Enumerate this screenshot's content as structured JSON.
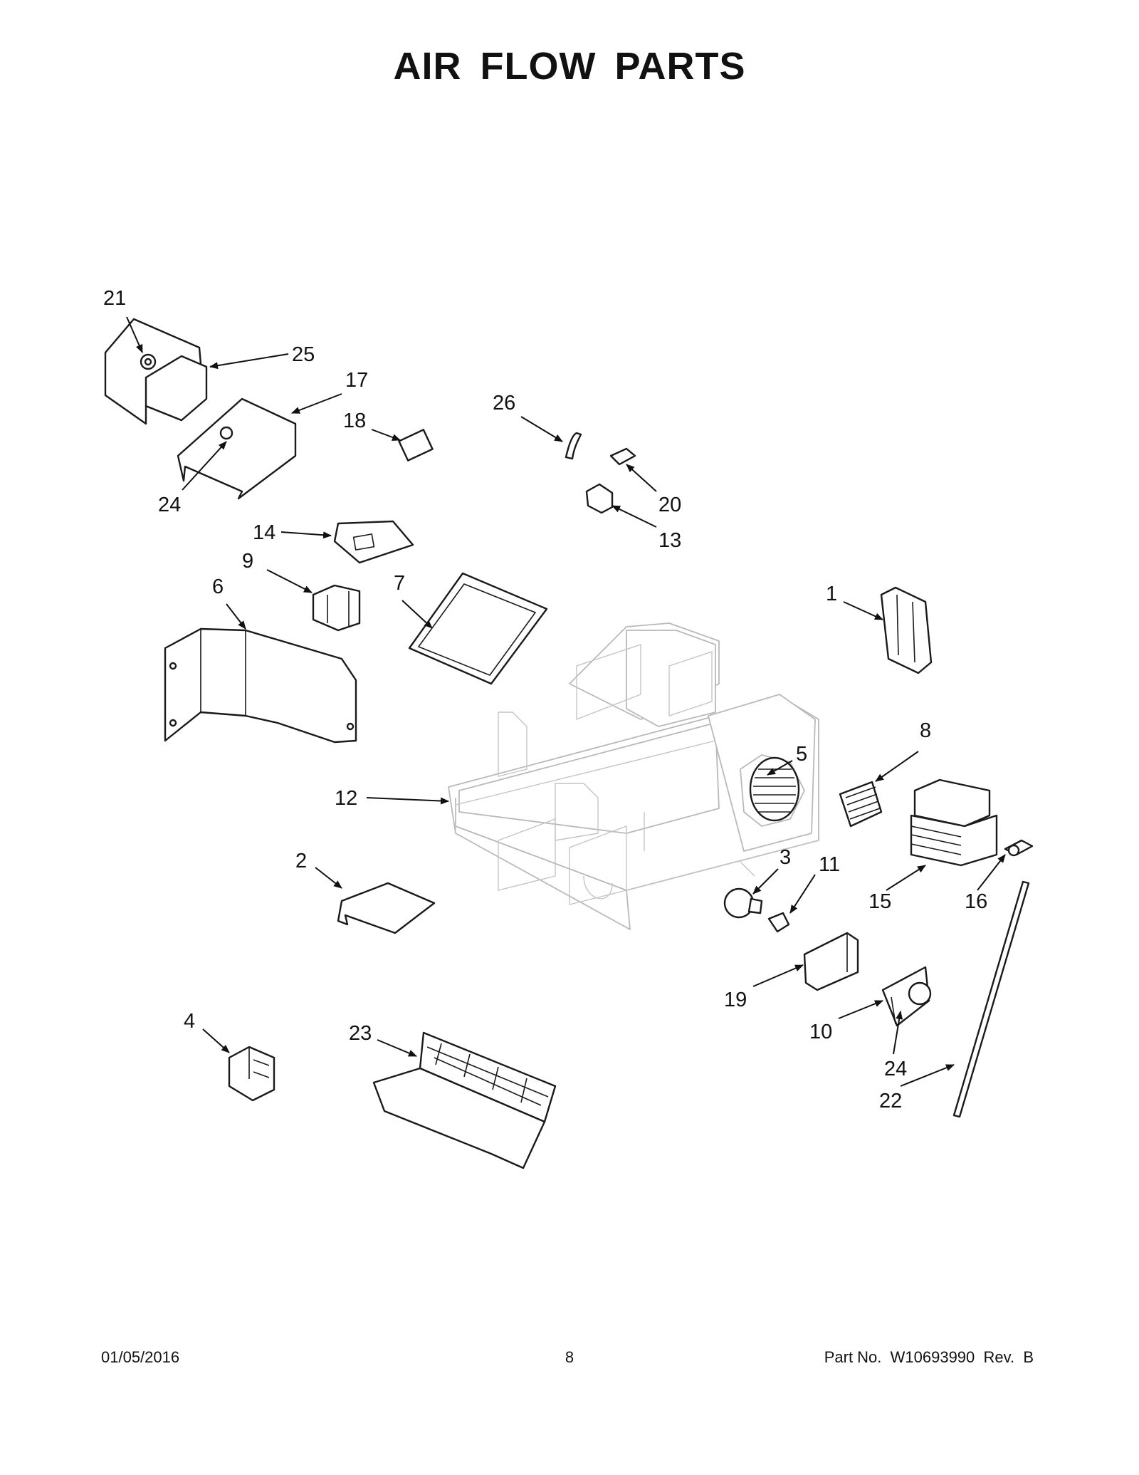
{
  "title": "AIR FLOW PARTS",
  "footer": {
    "date": "01/05/2016",
    "page": "8",
    "part_number": "Part No.  W10693990  Rev.  B"
  },
  "callouts": {
    "c1": "1",
    "c2": "2",
    "c3": "3",
    "c4": "4",
    "c5": "5",
    "c6": "6",
    "c7": "7",
    "c8": "8",
    "c9": "9",
    "c10": "10",
    "c11": "11",
    "c12": "12",
    "c13": "13",
    "c14": "14",
    "c15": "15",
    "c16": "16",
    "c17": "17",
    "c18": "18",
    "c19": "19",
    "c20": "20",
    "c21": "21",
    "c22": "22",
    "c23": "23",
    "c24a": "24",
    "c24b": "24",
    "c25": "25",
    "c26": "26"
  }
}
